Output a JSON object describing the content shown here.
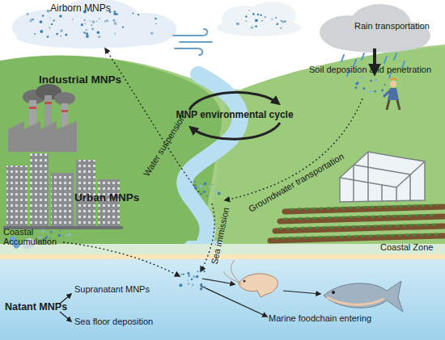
{
  "diagram": {
    "labels": [
      "Airborn MNPs",
      "Rain transportation",
      "Industrial MNPs",
      "MNP environmental cycle",
      "Soil deposition and penetration",
      "Water suspension",
      "Urban MNPs",
      "Groundwater transportation",
      "Coastal Accumulation",
      "Coastal Zone",
      "Sea immission",
      "Natant MNPs",
      "Supranatant MNPs",
      "Sea floor deposition",
      "Marine foodchain entering"
    ]
  }
}
